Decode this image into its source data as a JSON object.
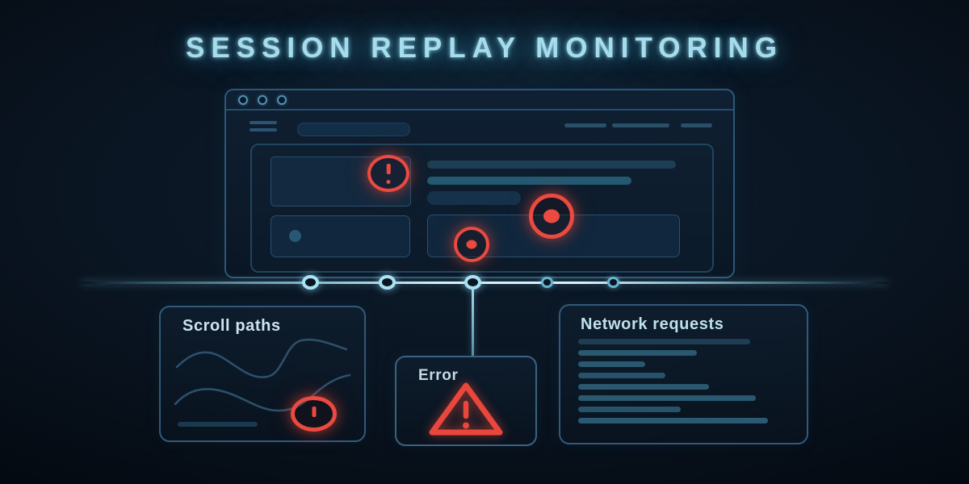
{
  "title": "SESSION REPLAY MONITORING",
  "colors": {
    "accent_cyan": "#a6dcec",
    "alert_red": "#ea4a40",
    "card_border": "#31597a",
    "network_bar": "#29586f"
  },
  "browser": {
    "window_controls_count": 3,
    "nav_links_count": 3,
    "markers": [
      "error-badge-icon",
      "click-indicator-large-icon",
      "click-indicator-small-icon"
    ]
  },
  "timeline": {
    "node_count": 5,
    "connector_target": "error-card"
  },
  "cards": {
    "scroll_paths": {
      "title": "Scroll paths"
    },
    "error": {
      "title": "Error"
    },
    "network_requests": {
      "title": "Network requests",
      "bar_widths": [
        213,
        147,
        83,
        108,
        162,
        220,
        127,
        235
      ]
    }
  }
}
